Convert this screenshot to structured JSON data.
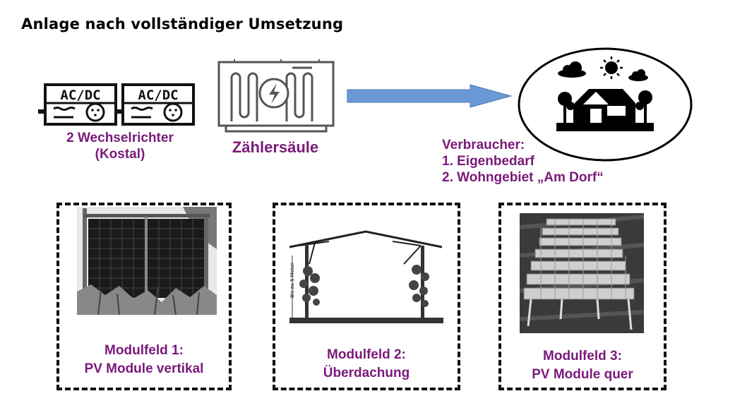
{
  "title": "Anlage nach vollständiger Umsetzung",
  "inverters": {
    "units": [
      {
        "label": "AC/DC",
        "icon": "inverter-icon"
      },
      {
        "label": "AC/DC",
        "icon": "inverter-icon"
      }
    ],
    "caption_line1": "2 Wechselrichter",
    "caption_line2": "(Kostal)"
  },
  "meter": {
    "label": "Zählersäule",
    "icon": "meter-cabinet-icon"
  },
  "arrow": {
    "color": "#6a9ad6",
    "icon": "right-arrow-icon"
  },
  "consumer": {
    "icon": "house-landscape-icon",
    "title": "Verbraucher:",
    "item1": "1. Eigenbedarf",
    "item2": "2. Wohngebiet „Am Dorf“"
  },
  "fields": [
    {
      "line1": "Modulfeld 1:",
      "line2": "PV Module vertikal",
      "image": "vertical-pv-photo"
    },
    {
      "line1": "Modulfeld 2:",
      "line2": "Überdachung",
      "image": "roof-structure-drawing",
      "annotation": "Bis zu 5 Meter"
    },
    {
      "line1": "Modulfeld 3:",
      "line2": "PV Module quer",
      "image": "aerial-pv-photo"
    }
  ],
  "colors": {
    "label_purple": "#7a1a7a",
    "arrow_blue": "#6a9ad6"
  }
}
